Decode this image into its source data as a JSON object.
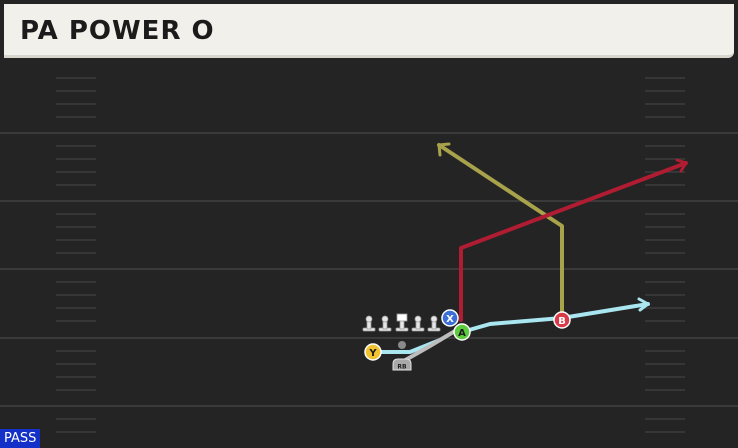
{
  "play": {
    "title": "PA POWER O",
    "type_badge": "PASS"
  },
  "players": {
    "x": {
      "label": "X",
      "color": "#3b6fd6"
    },
    "a": {
      "label": "A",
      "color": "#5ccb3c"
    },
    "b": {
      "label": "B",
      "color": "#d83a48"
    },
    "y": {
      "label": "Y",
      "color": "#f2c230"
    },
    "rb": {
      "label": "RB",
      "color": "#a9a9a9"
    }
  },
  "route_colors": {
    "x_route": "#a8a24a",
    "b_route": "#b01c32",
    "a_route": "#a9e6f0",
    "rb_route": "#bdbdbd"
  }
}
